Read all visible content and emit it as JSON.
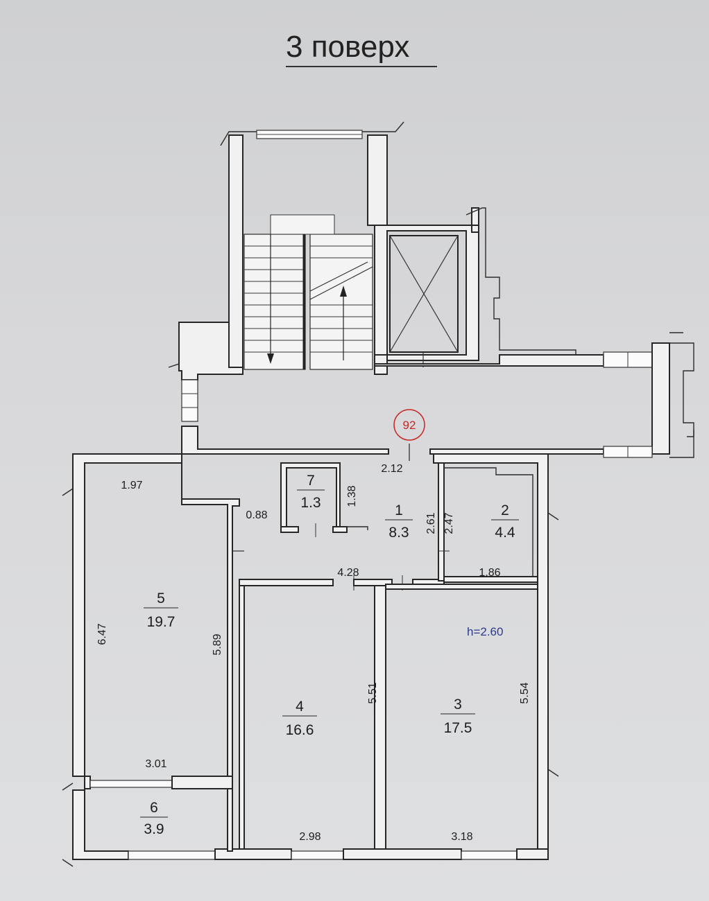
{
  "title": "3 поверх",
  "apartment_number": "92",
  "ceiling_height": "h=2.60",
  "colors": {
    "wall_line": "#262626",
    "wall_fill": "#f1f1f1",
    "accent_red": "#c62828",
    "height_blue": "#2d3a8c"
  },
  "rooms": [
    {
      "number": "1",
      "area": "8.3"
    },
    {
      "number": "2",
      "area": "4.4"
    },
    {
      "number": "3",
      "area": "17.5"
    },
    {
      "number": "4",
      "area": "16.6"
    },
    {
      "number": "5",
      "area": "19.7"
    },
    {
      "number": "6",
      "area": "3.9"
    },
    {
      "number": "7",
      "area": "1.3"
    }
  ],
  "dimensions": {
    "corridor_top": "2.12",
    "room7_side": "1.38",
    "room1_to_2_left": "2.61",
    "room1_to_2_right": "2.47",
    "room2_bottom": "1.86",
    "room5_top": "1.97",
    "closet_width": "0.88",
    "room4_top": "4.28",
    "room5_left": "6.47",
    "room5_right": "5.89",
    "room4_right": "5.51",
    "room3_right": "5.54",
    "room6_top": "3.01",
    "room4_bottom": "2.98",
    "room3_bottom": "3.18"
  }
}
